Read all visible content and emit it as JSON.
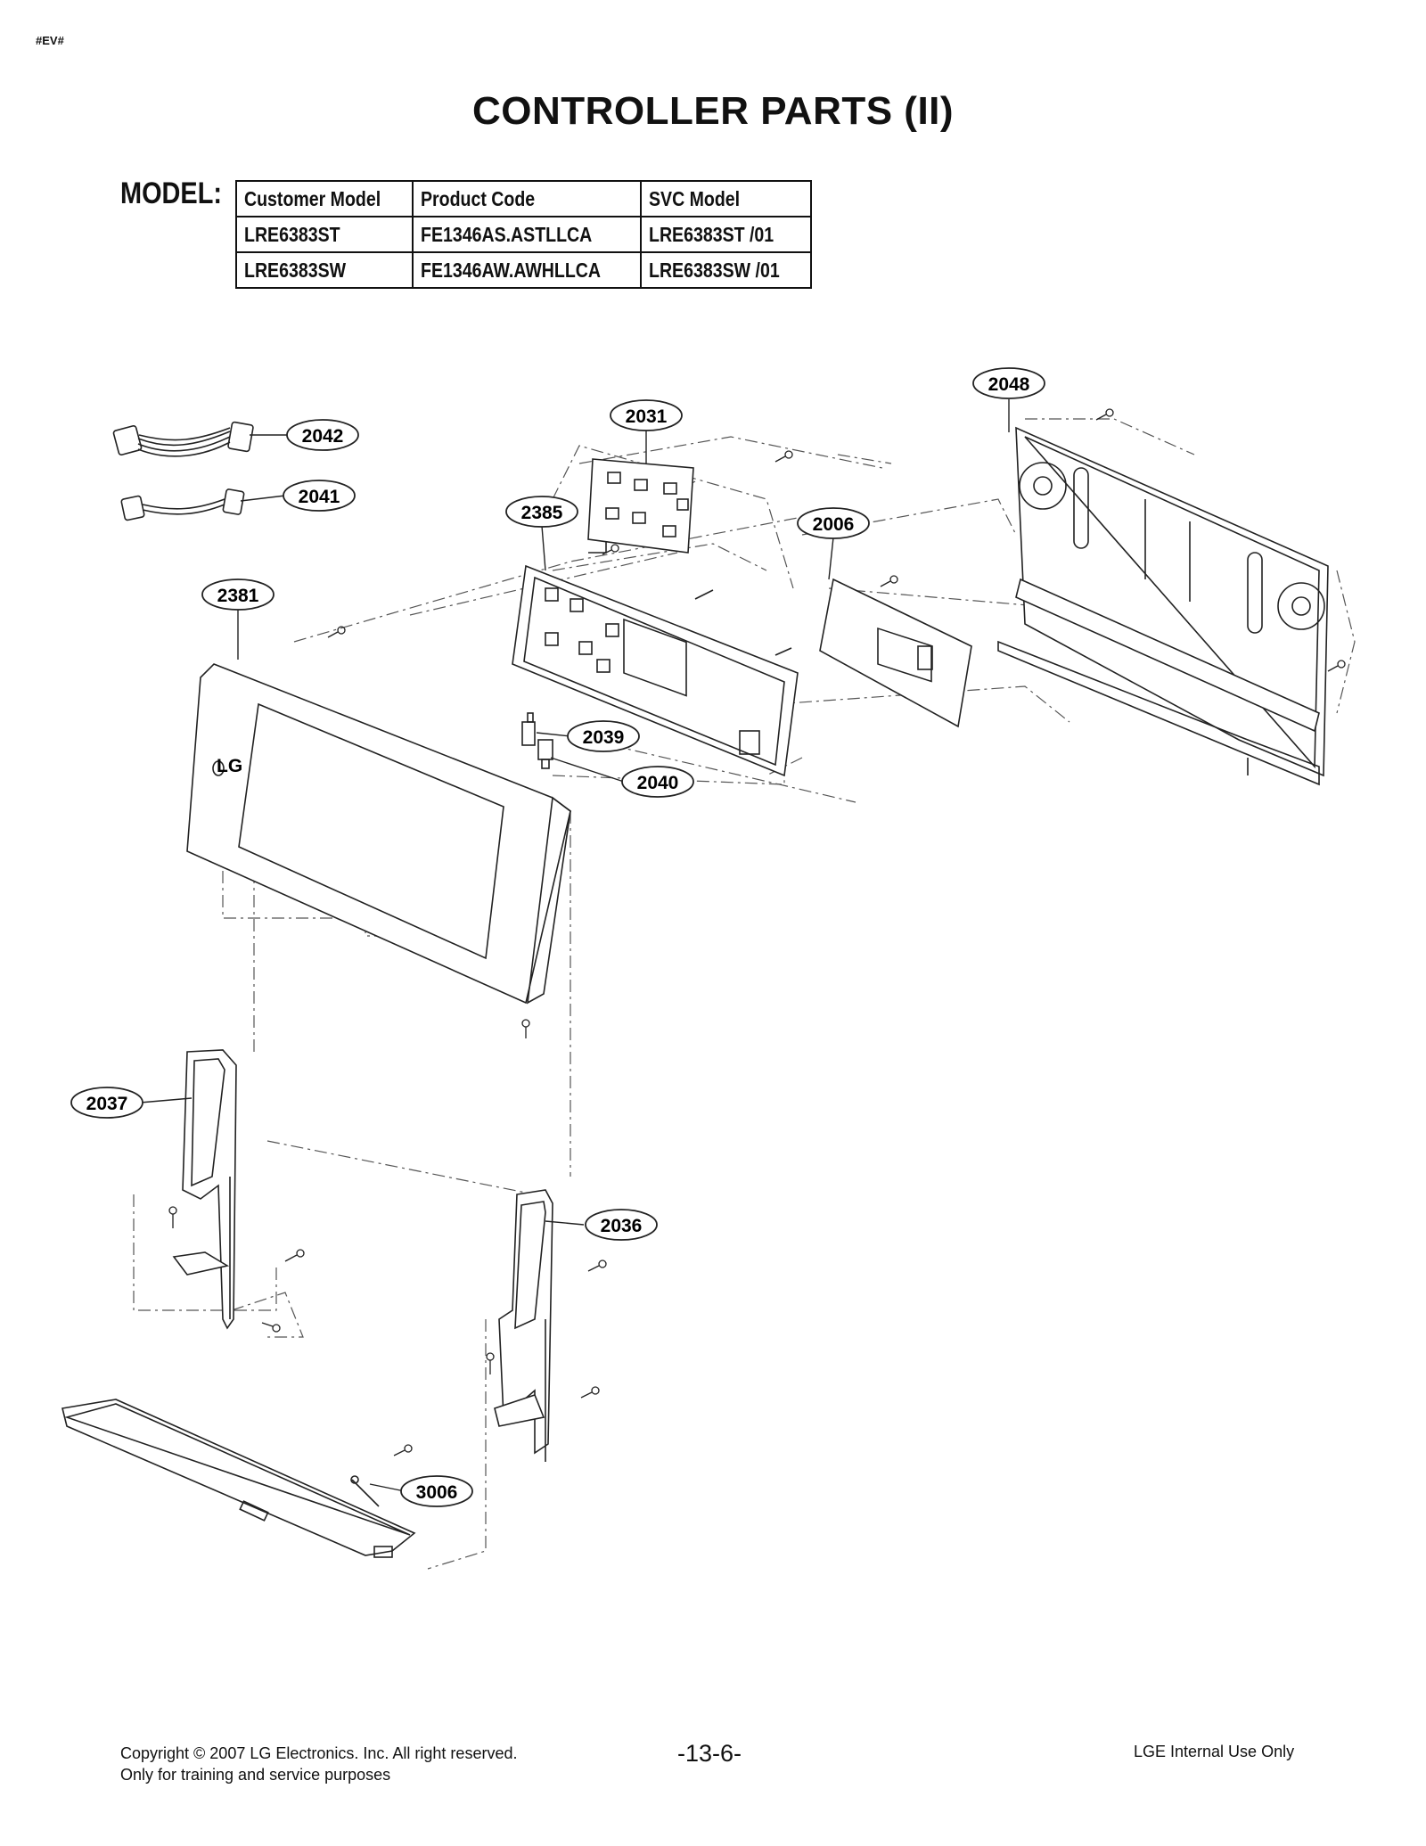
{
  "header_tag": "#EV#",
  "title": "CONTROLLER PARTS (II)",
  "model_label": "MODEL:",
  "model_table": {
    "headers": [
      "Customer Model",
      "Product Code",
      "SVC Model"
    ],
    "rows": [
      [
        "LRE6383ST",
        "FE1346AS.ASTLLCA",
        "LRE6383ST /01"
      ],
      [
        "LRE6383SW",
        "FE1346AW.AWHLLCA",
        "LRE6383SW /01"
      ]
    ]
  },
  "callouts": {
    "c2048": "2048",
    "c2031": "2031",
    "c2042": "2042",
    "c2041": "2041",
    "c2385": "2385",
    "c2006": "2006",
    "c2381": "2381",
    "c2039": "2039",
    "c2040": "2040",
    "c2037": "2037",
    "c2036": "2036",
    "c3006": "3006"
  },
  "panel_logo": "LG",
  "footer": {
    "copyright": "Copyright © 2007 LG Electronics. Inc. All right reserved.",
    "training": "Only for training and service purposes",
    "page": "-13-6-",
    "internal": "LGE Internal Use Only"
  }
}
